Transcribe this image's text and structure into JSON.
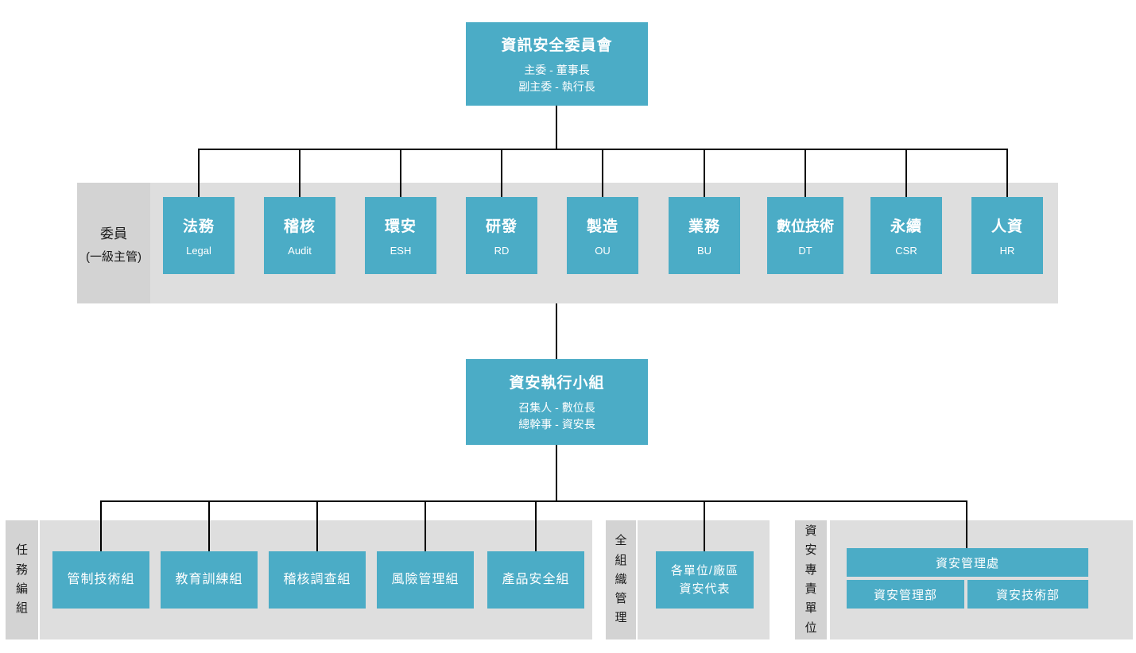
{
  "colors": {
    "node_fill": "#4BACC6",
    "node_text": "#FFFFFF",
    "band_fill": "#DEDEDE",
    "band_label_fill": "#D3D3D3",
    "connector": "#000000"
  },
  "committee": {
    "title": "資訊安全委員會",
    "subtitle1": "主委 - 董事長",
    "subtitle2": "副主委 - 執行長"
  },
  "members_band": {
    "label_line1": "委員",
    "label_line2": "(一級主管)",
    "members": [
      {
        "zh": "法務",
        "en": "Legal"
      },
      {
        "zh": "稽核",
        "en": "Audit"
      },
      {
        "zh": "環安",
        "en": "ESH"
      },
      {
        "zh": "研發",
        "en": "RD"
      },
      {
        "zh": "製造",
        "en": "OU"
      },
      {
        "zh": "業務",
        "en": "BU"
      },
      {
        "zh": "數位技術",
        "en": "DT"
      },
      {
        "zh": "永續",
        "en": "CSR"
      },
      {
        "zh": "人資",
        "en": "HR"
      }
    ]
  },
  "execution_team": {
    "title": "資安執行小組",
    "subtitle1": "召集人 - 數位長",
    "subtitle2": "總幹事 - 資安長"
  },
  "task_band": {
    "label": "任務編組",
    "groups": [
      "管制技術組",
      "教育訓練組",
      "稽核調查組",
      "風險管理組",
      "產品安全組"
    ]
  },
  "org_band": {
    "label": "全組織管理",
    "box_line1": "各單位/廠區",
    "box_line2": "資安代表"
  },
  "dedicated_band": {
    "label": "資安專責單位",
    "division": "資安管理處",
    "dept1": "資安管理部",
    "dept2": "資安技術部"
  }
}
